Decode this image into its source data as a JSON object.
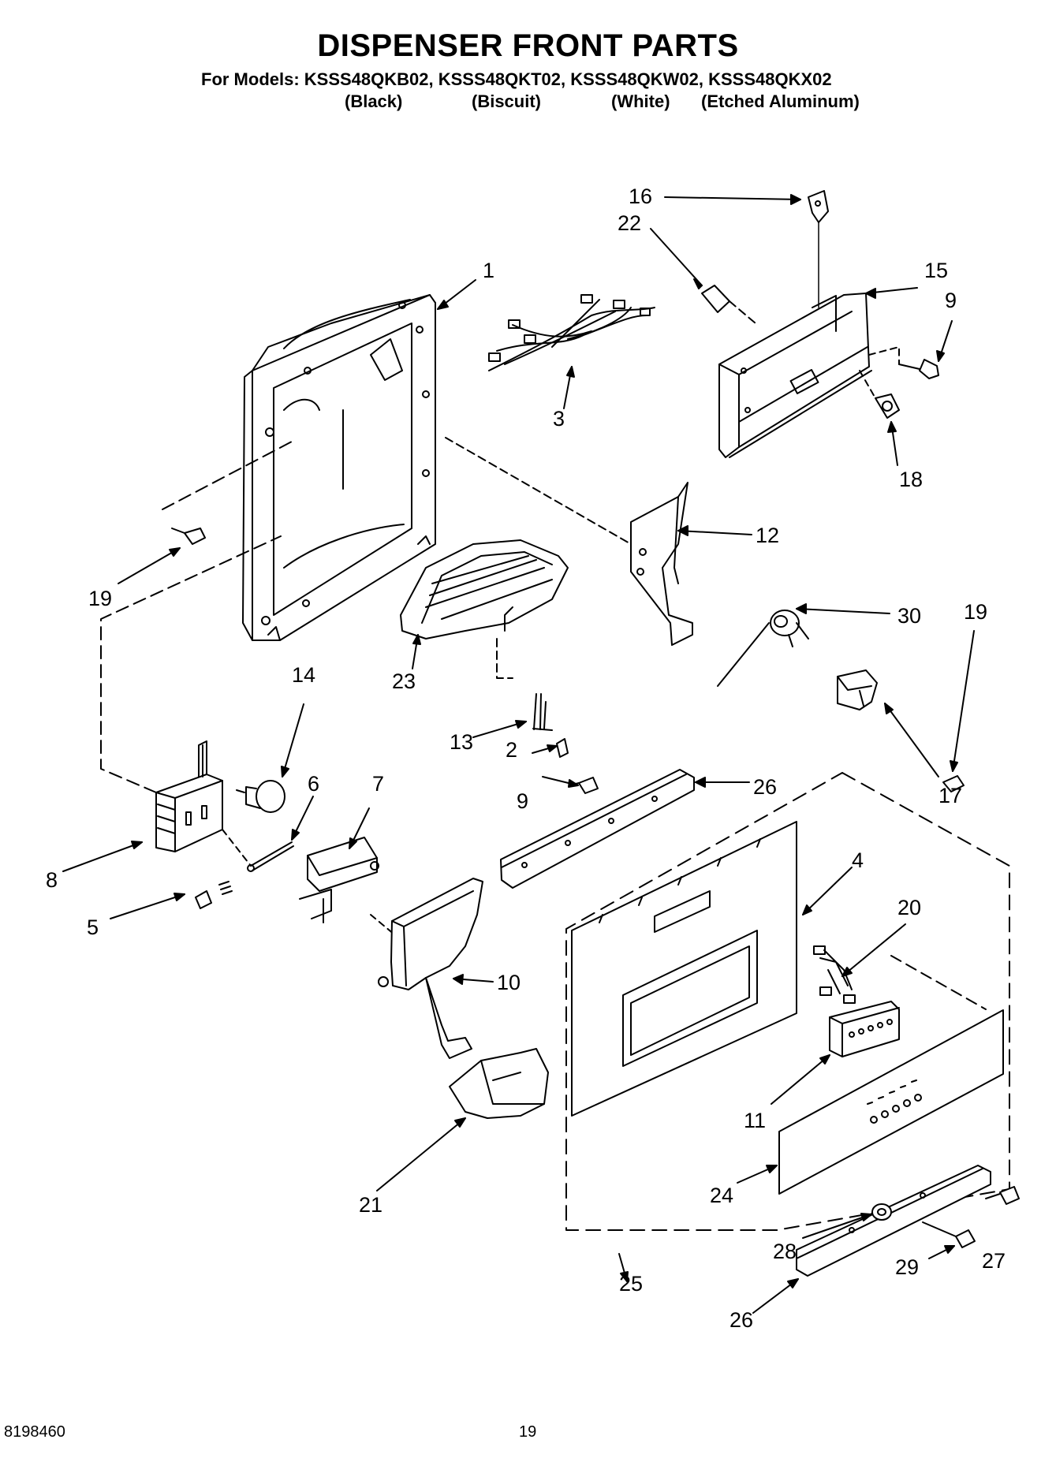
{
  "header": {
    "title": "DISPENSER FRONT PARTS",
    "models": "For Models: KSSS48QKB02, KSSS48QKT02, KSSS48QKW02, KSSS48QKX02",
    "finishes": [
      "(Black)",
      "(Biscuit)",
      "(White)",
      "(Etched Aluminum)"
    ]
  },
  "callouts": [
    "1",
    "2",
    "3",
    "4",
    "5",
    "6",
    "7",
    "8",
    "9",
    "9",
    "10",
    "11",
    "12",
    "13",
    "14",
    "15",
    "16",
    "17",
    "18",
    "19",
    "19",
    "20",
    "21",
    "22",
    "23",
    "24",
    "25",
    "26",
    "26",
    "27",
    "28",
    "29",
    "30"
  ],
  "footer": {
    "doc_number": "8198460",
    "page_number": "19"
  }
}
